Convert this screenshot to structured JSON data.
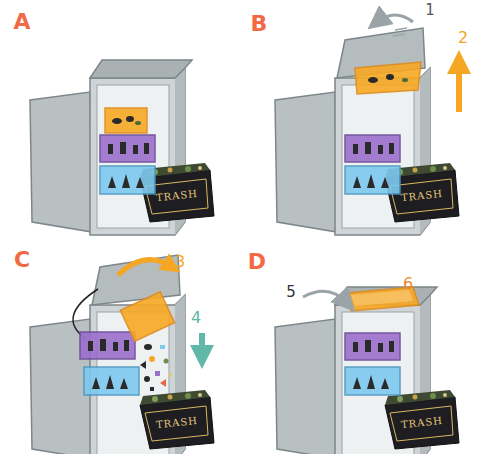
{
  "diagram": {
    "labels": [
      "A",
      "TRASH",
      "B",
      "1",
      "2",
      "TRASH",
      "C",
      "3",
      "4",
      "TRASH",
      "D",
      "5",
      "6",
      "TRASH"
    ]
  }
}
